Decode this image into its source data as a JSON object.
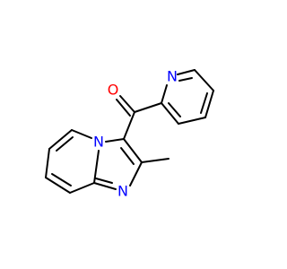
{
  "molecule": {
    "atom_labels": {
      "oxygen": "O",
      "pyridine_nitrogen": "N",
      "bridgehead_nitrogen": "N",
      "imidazole_nitrogen": "N"
    },
    "colors": {
      "background": "#ffffff",
      "bond": "#000000",
      "oxygen": "#ff0000",
      "nitrogen": "#0000ff"
    }
  }
}
